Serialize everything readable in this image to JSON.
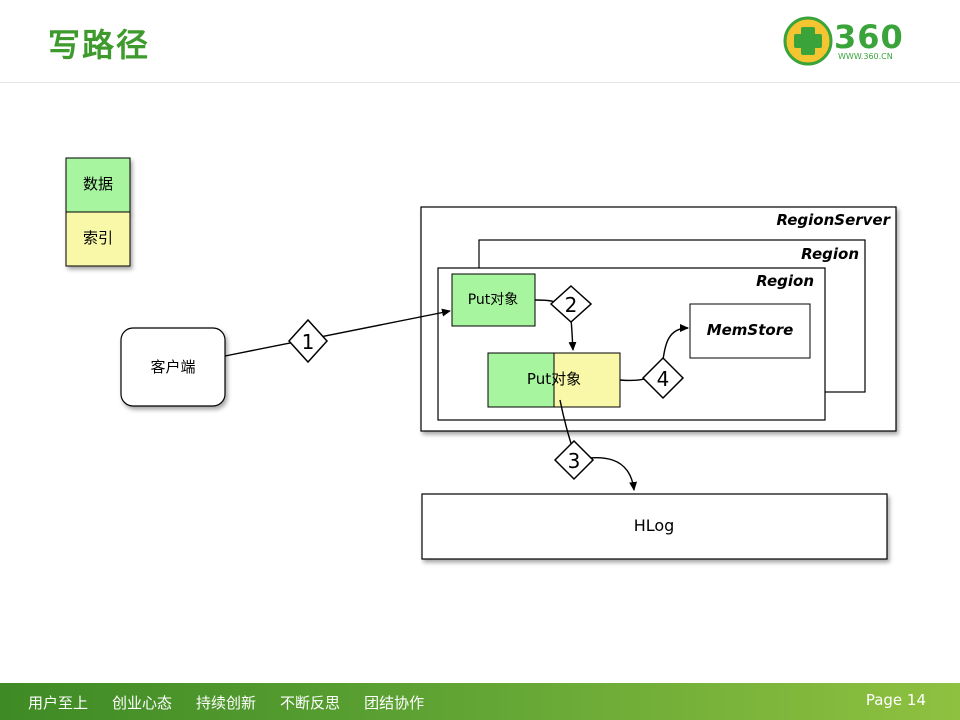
{
  "header": {
    "title": "写路径",
    "logo": {
      "text": "360",
      "url": "WWW.360.CN"
    }
  },
  "legend": {
    "data_label": "数据",
    "index_label": "索引",
    "colors": {
      "data": "#a8f5a0",
      "index": "#f8f8a8"
    }
  },
  "diagram": {
    "client_label": "客户端",
    "region_server_label": "RegionServer",
    "region_back_label": "Region",
    "region_front_label": "Region",
    "put_object_top_label": "Put对象",
    "put_object_bottom_label": "Put对象",
    "memstore_label": "MemStore",
    "hlog_label": "HLog",
    "steps": [
      "1",
      "2",
      "3",
      "4"
    ]
  },
  "footer": {
    "items": [
      "用户至上",
      "创业心态",
      "持续创新",
      "不断反思",
      "团结协作"
    ],
    "page_label": "Page 14"
  }
}
